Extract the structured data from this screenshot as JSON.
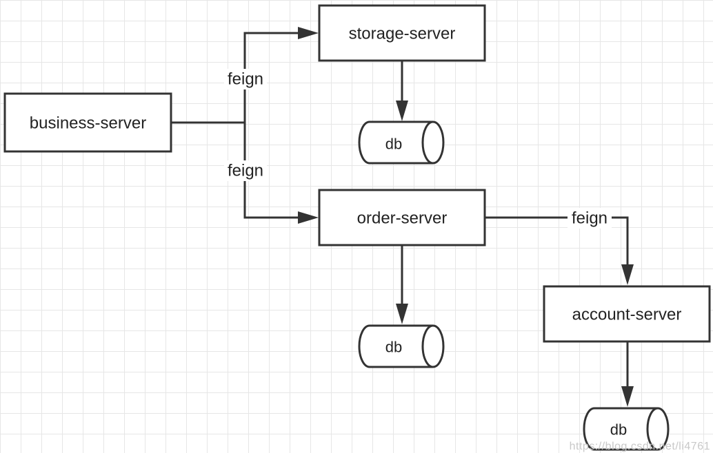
{
  "nodes": {
    "business": "business-server",
    "storage": "storage-server",
    "order": "order-server",
    "account": "account-server"
  },
  "databases": {
    "storage_db": "db",
    "order_db": "db",
    "account_db": "db"
  },
  "edges": {
    "business_to_storage": "feign",
    "business_to_order": "feign",
    "order_to_account": "feign"
  },
  "watermark": "https://blog.csdn.net/li4761"
}
